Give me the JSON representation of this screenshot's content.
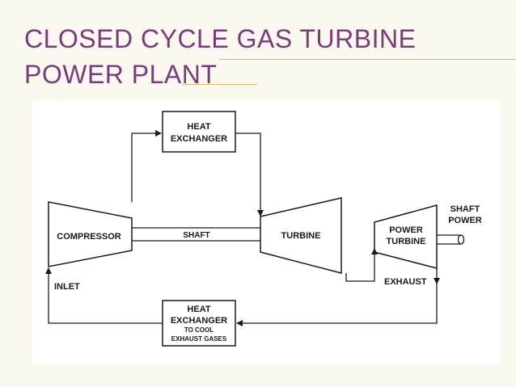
{
  "title": {
    "line1": "CLOSED CYCLE GAS TURBINE",
    "line2": "POWER PLANT"
  },
  "diagram": {
    "heat_exchanger_top": [
      "HEAT",
      "EXCHANGER"
    ],
    "compressor": "COMPRESSOR",
    "shaft": "SHAFT",
    "turbine": "TURBINE",
    "power_turbine": [
      "POWER",
      "TURBINE"
    ],
    "shaft_power": [
      "SHAFT",
      "POWER"
    ],
    "inlet": "INLET",
    "exhaust": "EXHAUST",
    "heat_exchanger_bottom": [
      "HEAT",
      "EXCHANGER"
    ],
    "to_cool": [
      "TO COOL",
      "EXHAUST GASES"
    ]
  }
}
